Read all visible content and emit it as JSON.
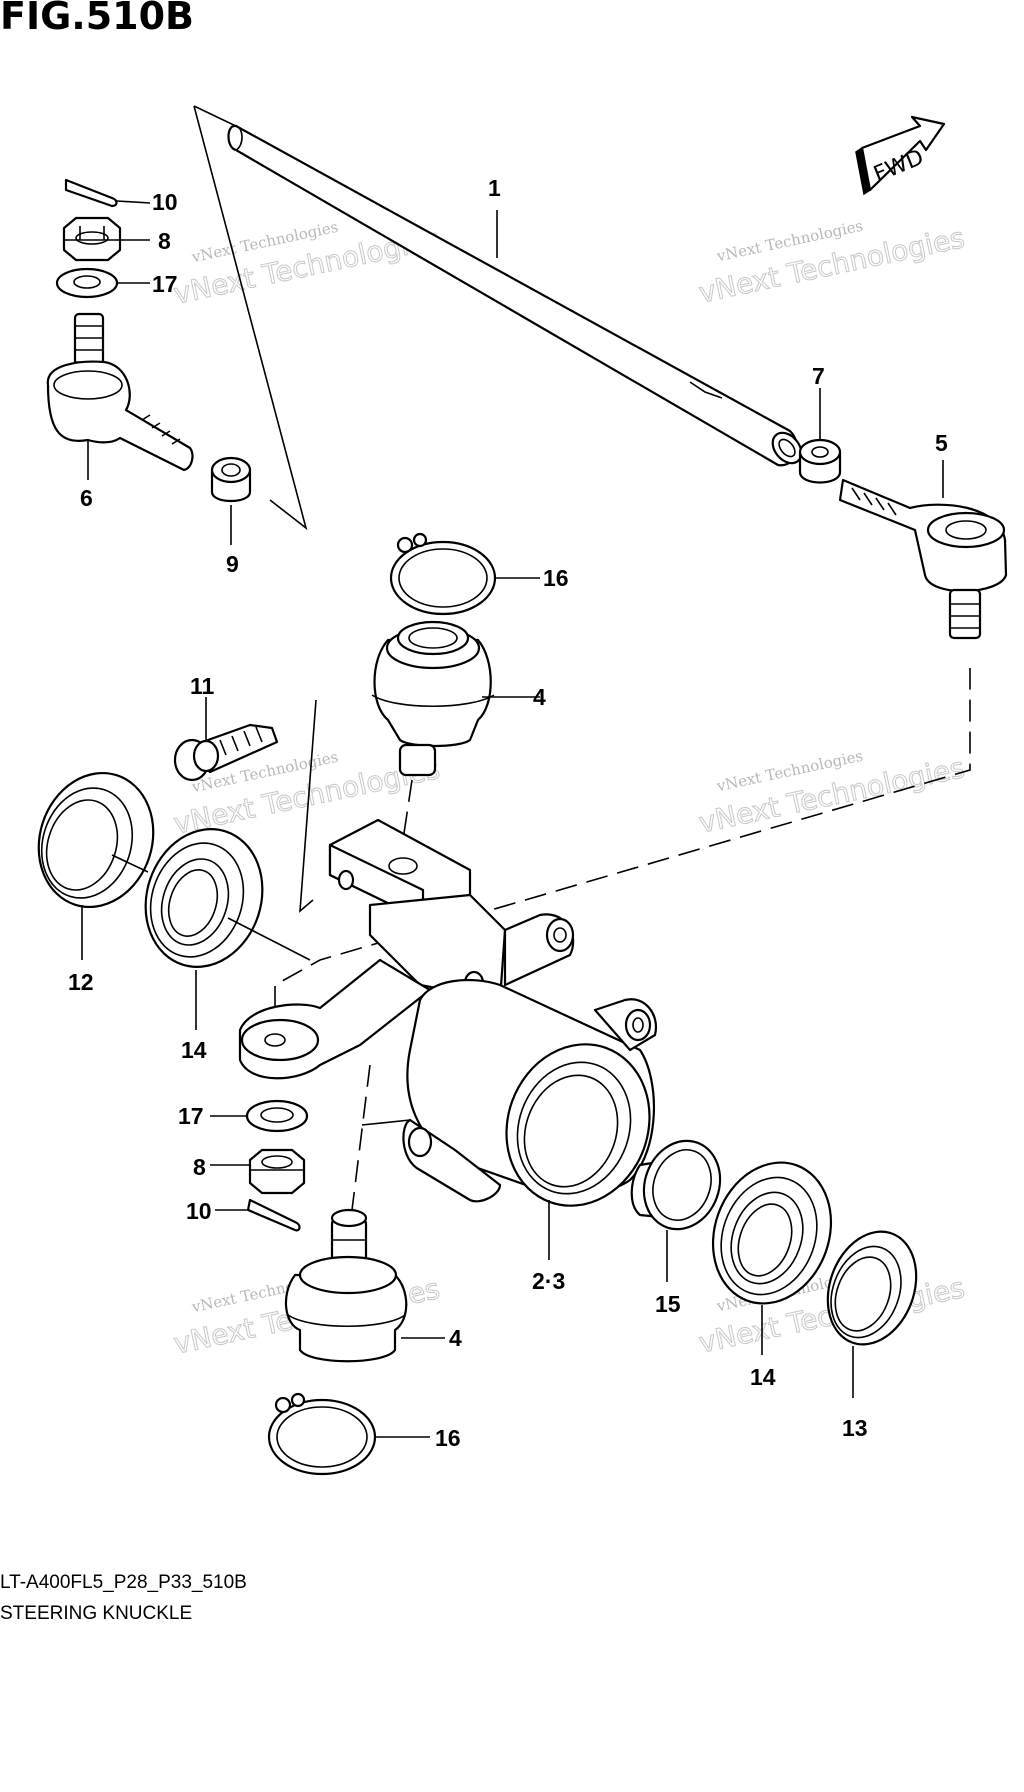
{
  "figure": {
    "title": "FIG.510B",
    "code": "LT-A400FL5_P28_P33_510B",
    "name": "STEERING KNUCKLE",
    "direction_badge": "FWD"
  },
  "watermark": {
    "line1": "vNext Technologies",
    "line2": "vNext Technologies"
  },
  "callouts": [
    {
      "id": "c1",
      "label": "1"
    },
    {
      "id": "c10a",
      "label": "10"
    },
    {
      "id": "c8a",
      "label": "8"
    },
    {
      "id": "c17a",
      "label": "17"
    },
    {
      "id": "c6",
      "label": "6"
    },
    {
      "id": "c9",
      "label": "9"
    },
    {
      "id": "c7",
      "label": "7"
    },
    {
      "id": "c5",
      "label": "5"
    },
    {
      "id": "c16a",
      "label": "16"
    },
    {
      "id": "c4a",
      "label": "4"
    },
    {
      "id": "c11",
      "label": "11"
    },
    {
      "id": "c12",
      "label": "12"
    },
    {
      "id": "c14a",
      "label": "14"
    },
    {
      "id": "c17b",
      "label": "17"
    },
    {
      "id": "c8b",
      "label": "8"
    },
    {
      "id": "c10b",
      "label": "10"
    },
    {
      "id": "c23",
      "label": "2·3"
    },
    {
      "id": "c15",
      "label": "15"
    },
    {
      "id": "c14b",
      "label": "14"
    },
    {
      "id": "c13",
      "label": "13"
    },
    {
      "id": "c4b",
      "label": "4"
    },
    {
      "id": "c16b",
      "label": "16"
    }
  ],
  "parts": [
    {
      "name": "tie-rod",
      "icon": "tie-rod-icon"
    },
    {
      "name": "tie-rod-end-left",
      "icon": "tie-rod-end-icon"
    },
    {
      "name": "tie-rod-end-right",
      "icon": "tie-rod-end-icon"
    },
    {
      "name": "ball-joint",
      "icon": "ball-joint-icon"
    },
    {
      "name": "steering-knuckle",
      "icon": "knuckle-icon"
    },
    {
      "name": "castle-nut",
      "icon": "nut-icon"
    },
    {
      "name": "cotter-pin",
      "icon": "pin-icon"
    },
    {
      "name": "circlip",
      "icon": "circlip-icon"
    },
    {
      "name": "bearing",
      "icon": "bearing-icon"
    },
    {
      "name": "oil-seal",
      "icon": "seal-icon"
    },
    {
      "name": "spacer",
      "icon": "spacer-icon"
    },
    {
      "name": "washer",
      "icon": "washer-icon"
    },
    {
      "name": "bolt",
      "icon": "bolt-icon"
    }
  ]
}
